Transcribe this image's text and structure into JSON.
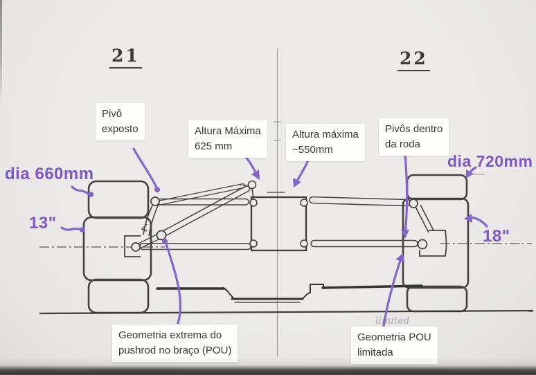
{
  "colors": {
    "background": "#e9e8e6",
    "ink": "#45403c",
    "purple_text": "#7e56c6",
    "purple_arrow": "#8465cb",
    "label_bg": "#fdfdfc",
    "bottom_band": "#3a3936"
  },
  "figures": {
    "left_number": "21",
    "right_number": "22"
  },
  "annotations": {
    "pivo_exposto": "Pivô\nexposto",
    "altura_maxima_esq": "Altura Máxima\n625 mm",
    "altura_maxima_dir": "Altura máxima\n~550mm",
    "pivos_dentro": "Pivôs dentro\nda roda",
    "geometria_extrema": "Geometria extrema do\npushrod no braço (POU)",
    "geometria_pou": "Geometria POU\nlimitada",
    "faint_handwriting": "limited"
  },
  "dimensions": {
    "left_diameter": "dia 660mm",
    "left_wheel_size": "13\"",
    "right_diameter": "dia 720mm",
    "right_wheel_size": "18\""
  }
}
